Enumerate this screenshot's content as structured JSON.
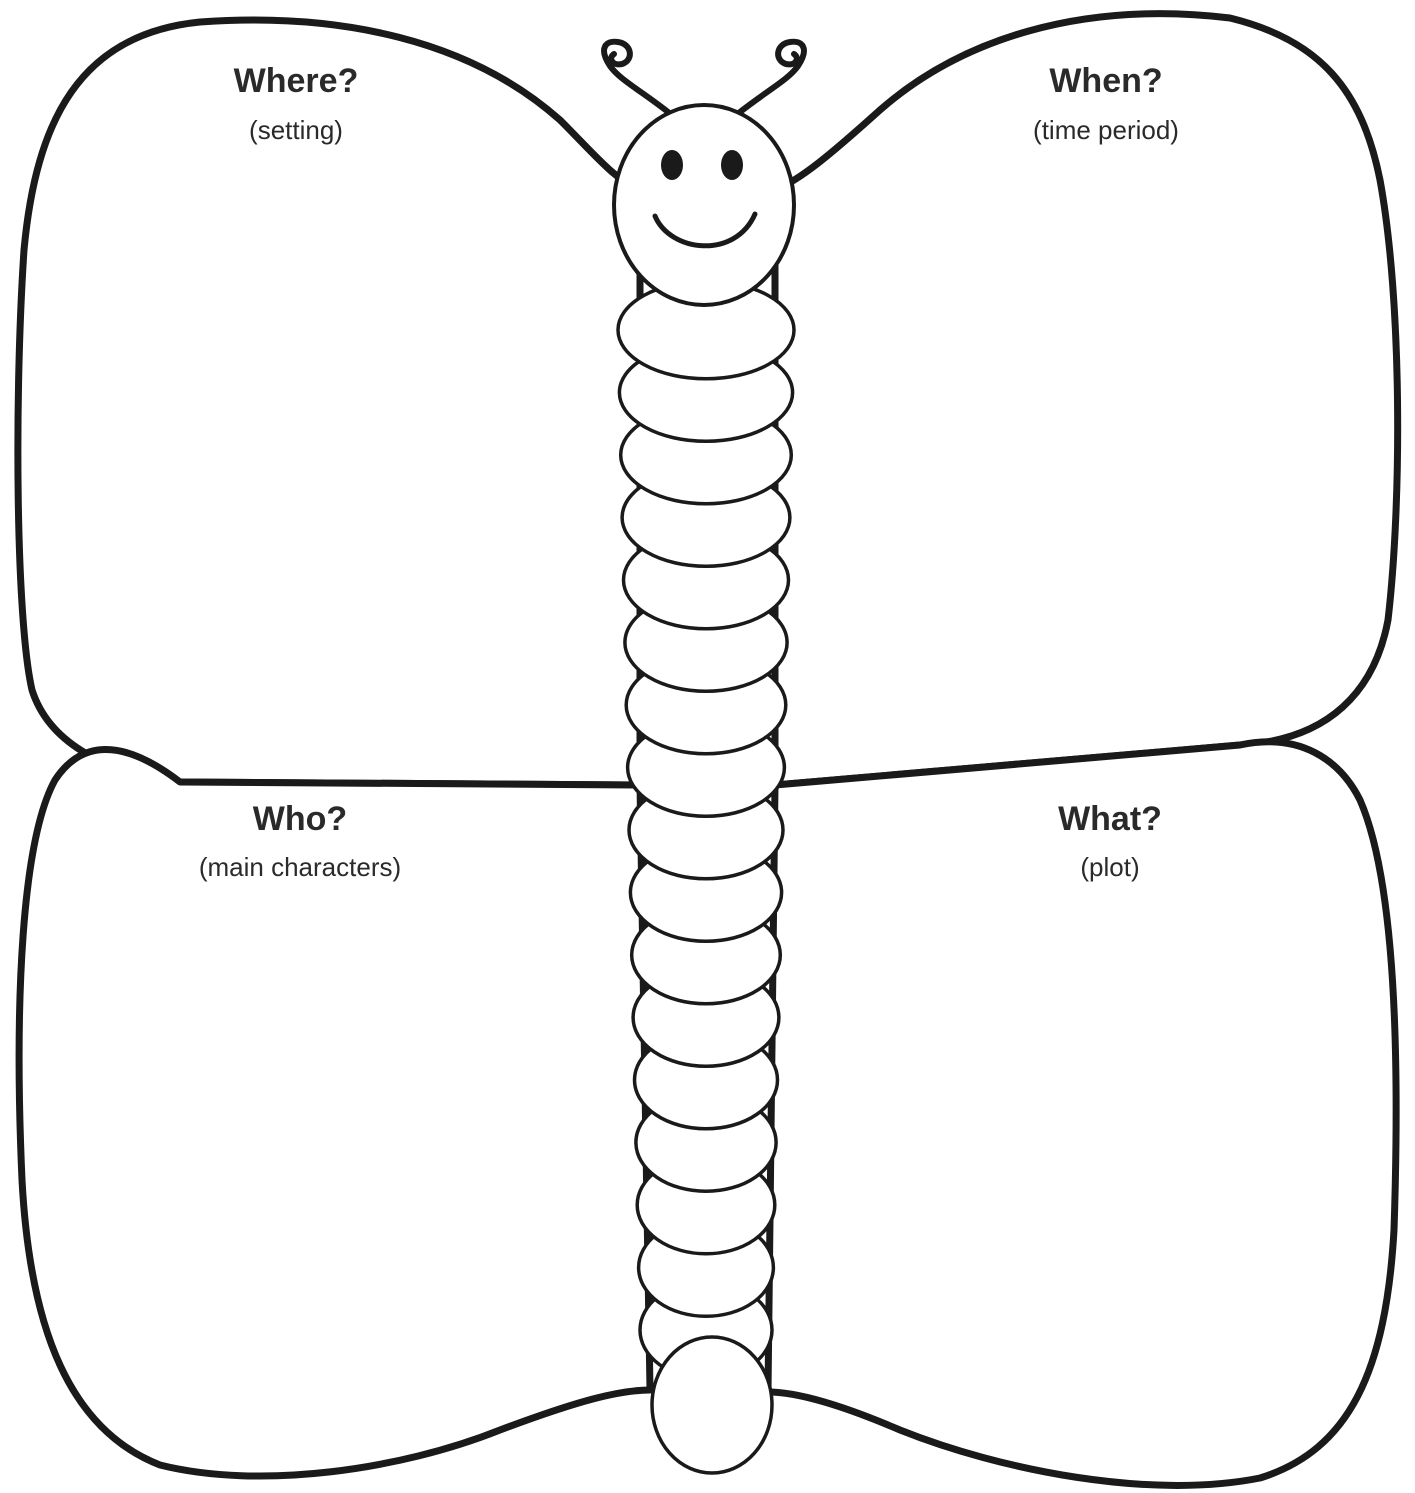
{
  "sections": {
    "where": {
      "title": "Where?",
      "subtitle": "(setting)"
    },
    "when": {
      "title": "When?",
      "subtitle": "(time period)"
    },
    "who": {
      "title": "Who?",
      "subtitle": "(main characters)"
    },
    "what": {
      "title": "What?",
      "subtitle": "(plot)"
    }
  },
  "body_segments": 17,
  "colors": {
    "outline": "#1a1a1a",
    "fill": "#ffffff",
    "text": "#2a2a2a"
  }
}
